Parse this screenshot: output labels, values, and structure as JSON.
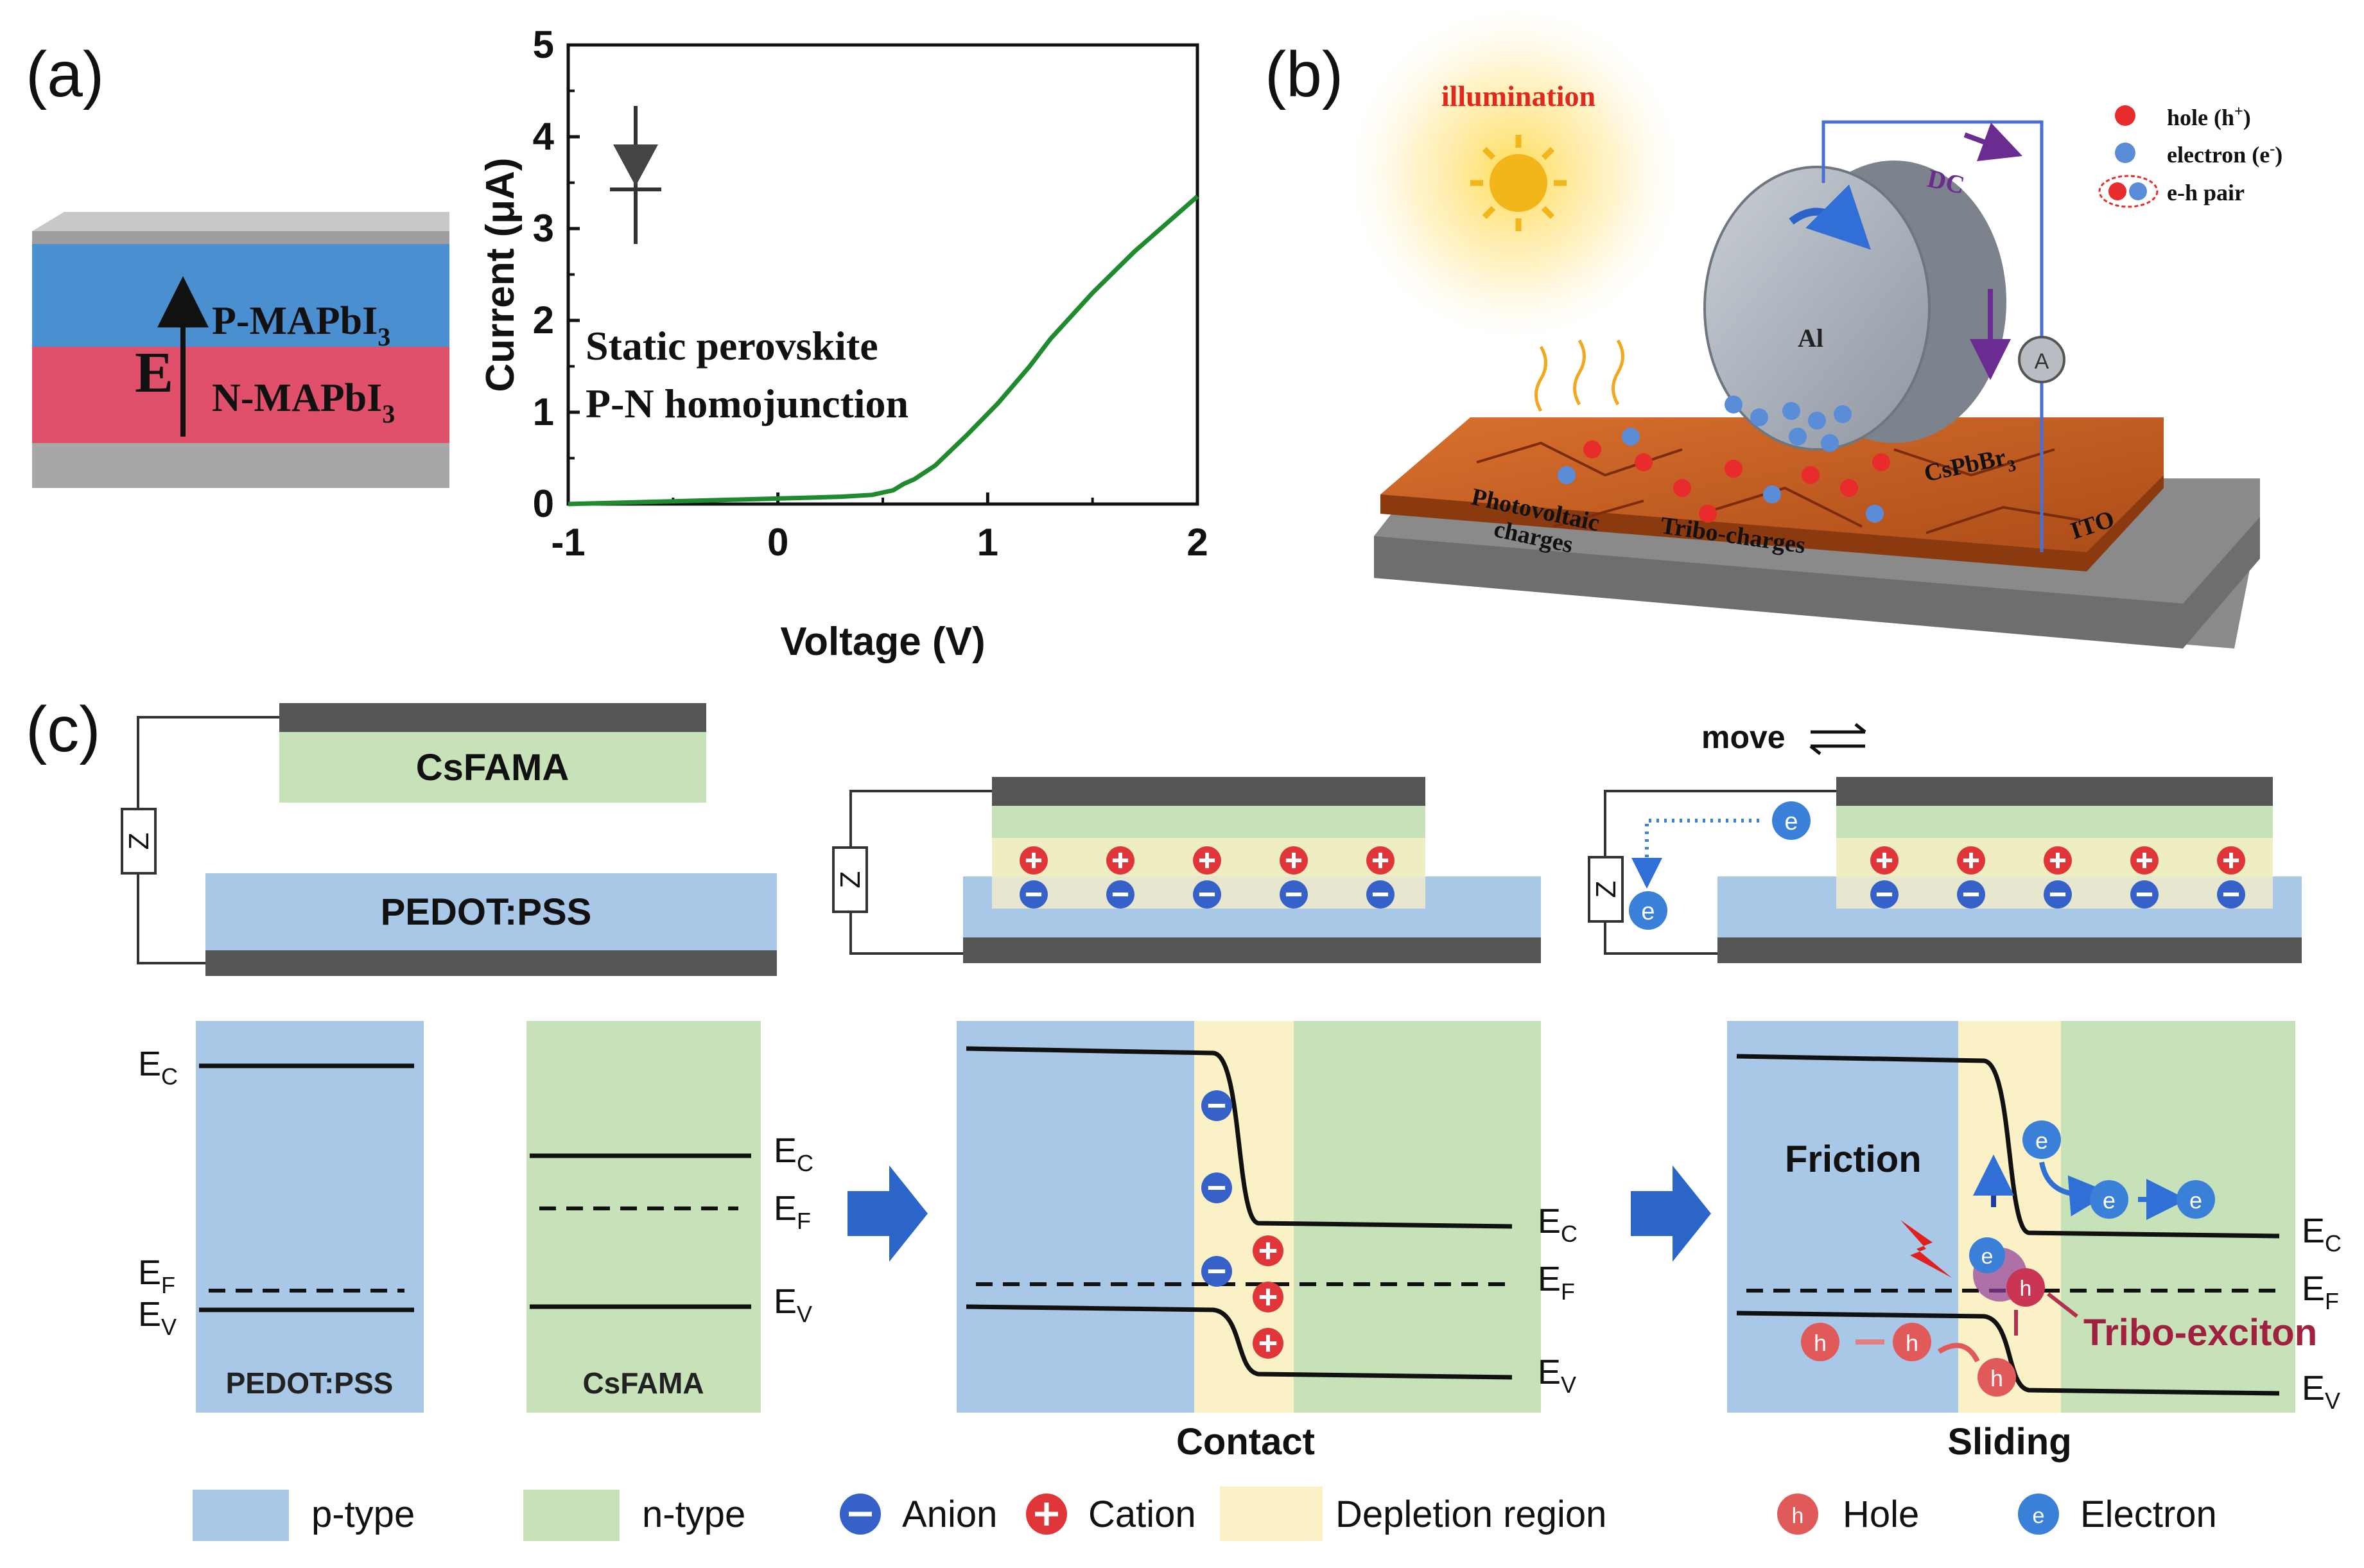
{
  "panel_labels": {
    "a": "(a)",
    "b": "(b)",
    "c": "(c)"
  },
  "panel_a": {
    "layers": {
      "p": "P-MAPbI",
      "n": "N-MAPbI",
      "subscript": "3",
      "field": "E"
    },
    "annotation_line1": "Static perovskite",
    "annotation_line2": "P-N homojunction",
    "colors": {
      "p_layer": "#4a8fd0",
      "n_layer": "#e0506a",
      "curve": "#1f8a2e"
    }
  },
  "chart_data": {
    "type": "line",
    "xlabel": "Voltage (V)",
    "ylabel": "Current (μA)",
    "xlim": [
      -1,
      2
    ],
    "ylim": [
      0,
      5
    ],
    "xticks": [
      "-1",
      "0",
      "1",
      "2"
    ],
    "yticks": [
      "0",
      "1",
      "2",
      "3",
      "4",
      "5"
    ],
    "x": [
      -1.0,
      -0.5,
      0.0,
      0.3,
      0.45,
      0.55,
      0.6,
      0.65,
      0.75,
      0.9,
      1.05,
      1.2,
      1.3,
      1.5,
      1.7,
      1.85,
      2.0
    ],
    "y": [
      0.0,
      0.03,
      0.06,
      0.08,
      0.1,
      0.15,
      0.22,
      0.27,
      0.42,
      0.75,
      1.1,
      1.5,
      1.8,
      2.3,
      2.75,
      3.05,
      3.35
    ],
    "grid": false
  },
  "panel_b": {
    "illumination": "illumination",
    "dc": "DC",
    "al": "Al",
    "ammeter": "A",
    "material": "CsPbBr",
    "material_sub": "3",
    "ito": "ITO",
    "photo_line1": "Photovoltaic",
    "photo_line2": "charges",
    "tribo": "Tribo-charges",
    "legend": {
      "hole": "hole (h",
      "hole_sup": "+",
      "electron": "electron (e",
      "electron_sup": "-",
      "pair": "e-h pair"
    }
  },
  "panel_c": {
    "csfama": "CsFAMA",
    "pedot": "PEDOT:PSS",
    "z": "Z",
    "move": "move",
    "plus": "+",
    "minus": "−",
    "e_char": "e",
    "h_char": "h",
    "bands": {
      "ec": "E",
      "ec_sub": "C",
      "ef": "E",
      "ef_sub": "F",
      "ev": "E",
      "ev_sub": "V"
    },
    "block_p": "PEDOT:PSS",
    "block_n": "CsFAMA",
    "contact": "Contact",
    "sliding": "Sliding",
    "friction": "Friction",
    "tribo_exciton": "Tribo-exciton",
    "legend": {
      "p_type": "p-type",
      "n_type": "n-type",
      "anion": "Anion",
      "cation": "Cation",
      "depletion": "Depletion region",
      "hole": "Hole",
      "electron": "Electron"
    },
    "colors": {
      "p_type": "#a9c7e6",
      "n_type": "#c7e2b8",
      "depletion": "#fbf1c6",
      "cation": "#e0363a",
      "anion": "#3561c8",
      "hole": "#e05a5a",
      "electron": "#3a7fd8"
    }
  }
}
